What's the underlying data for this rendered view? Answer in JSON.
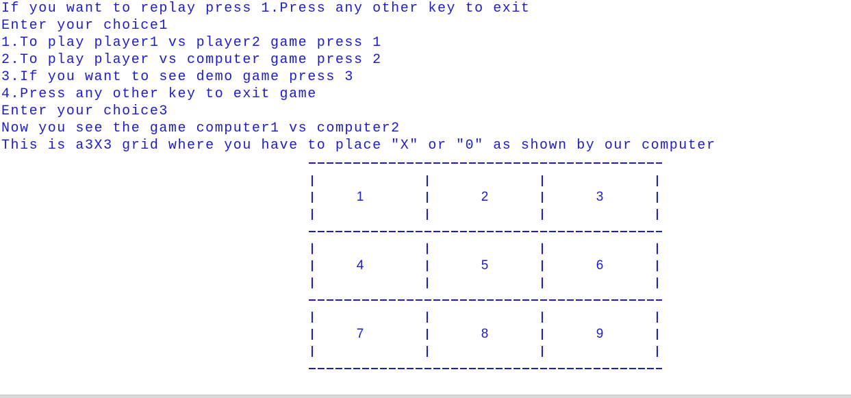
{
  "console": {
    "lines": [
      {
        "text": "If you want to replay press 1.Press any other key to exit",
        "input": ""
      },
      {
        "text": "Enter your choice",
        "input": "1"
      },
      {
        "text": "1.To play player1 vs player2 game press 1",
        "input": ""
      },
      {
        "text": "2.To play player vs computer game press 2",
        "input": ""
      },
      {
        "text": "3.If you want to see demo game press 3",
        "input": ""
      },
      {
        "text": "4.Press any other key to exit game",
        "input": ""
      },
      {
        "text": "Enter your choice",
        "input": "3"
      },
      {
        "text": "Now you see the game computer1 vs computer2",
        "input": ""
      },
      {
        "text": "This is a3X3 grid where you have to place \"X\" or \"0\" as shown by our computer",
        "input": ""
      }
    ],
    "text_color": "#1c1ccc",
    "background": "#ffffff"
  },
  "grid": {
    "cells": [
      "1",
      "2",
      "3",
      "4",
      "5",
      "6",
      "7",
      "8",
      "9"
    ]
  }
}
